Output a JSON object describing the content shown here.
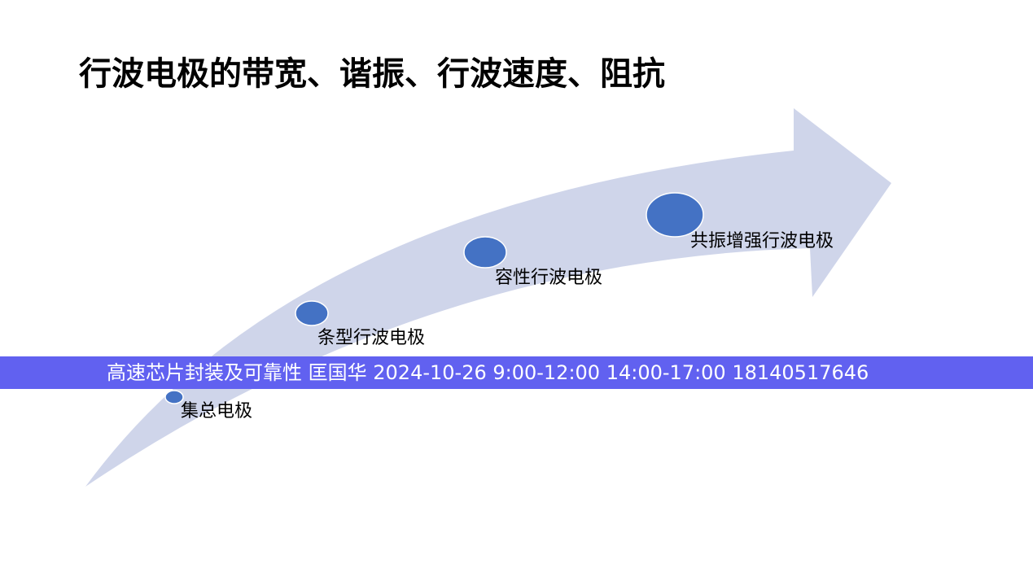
{
  "slide": {
    "title": "行波电极的带宽、谐振、行波速度、阻抗",
    "stages": [
      {
        "label": "集总电极"
      },
      {
        "label": "条型行波电极"
      },
      {
        "label": "容性行波电极"
      },
      {
        "label": "共振增强行波电极"
      }
    ],
    "banner": "高速芯片封装及可靠性 匡国华  2024-10-26 9:00-12:00  14:00-17:00  18140517646"
  },
  "colors": {
    "arrow": "#CFD5EA",
    "node": "#4472C4",
    "banner": "#6161F0"
  }
}
